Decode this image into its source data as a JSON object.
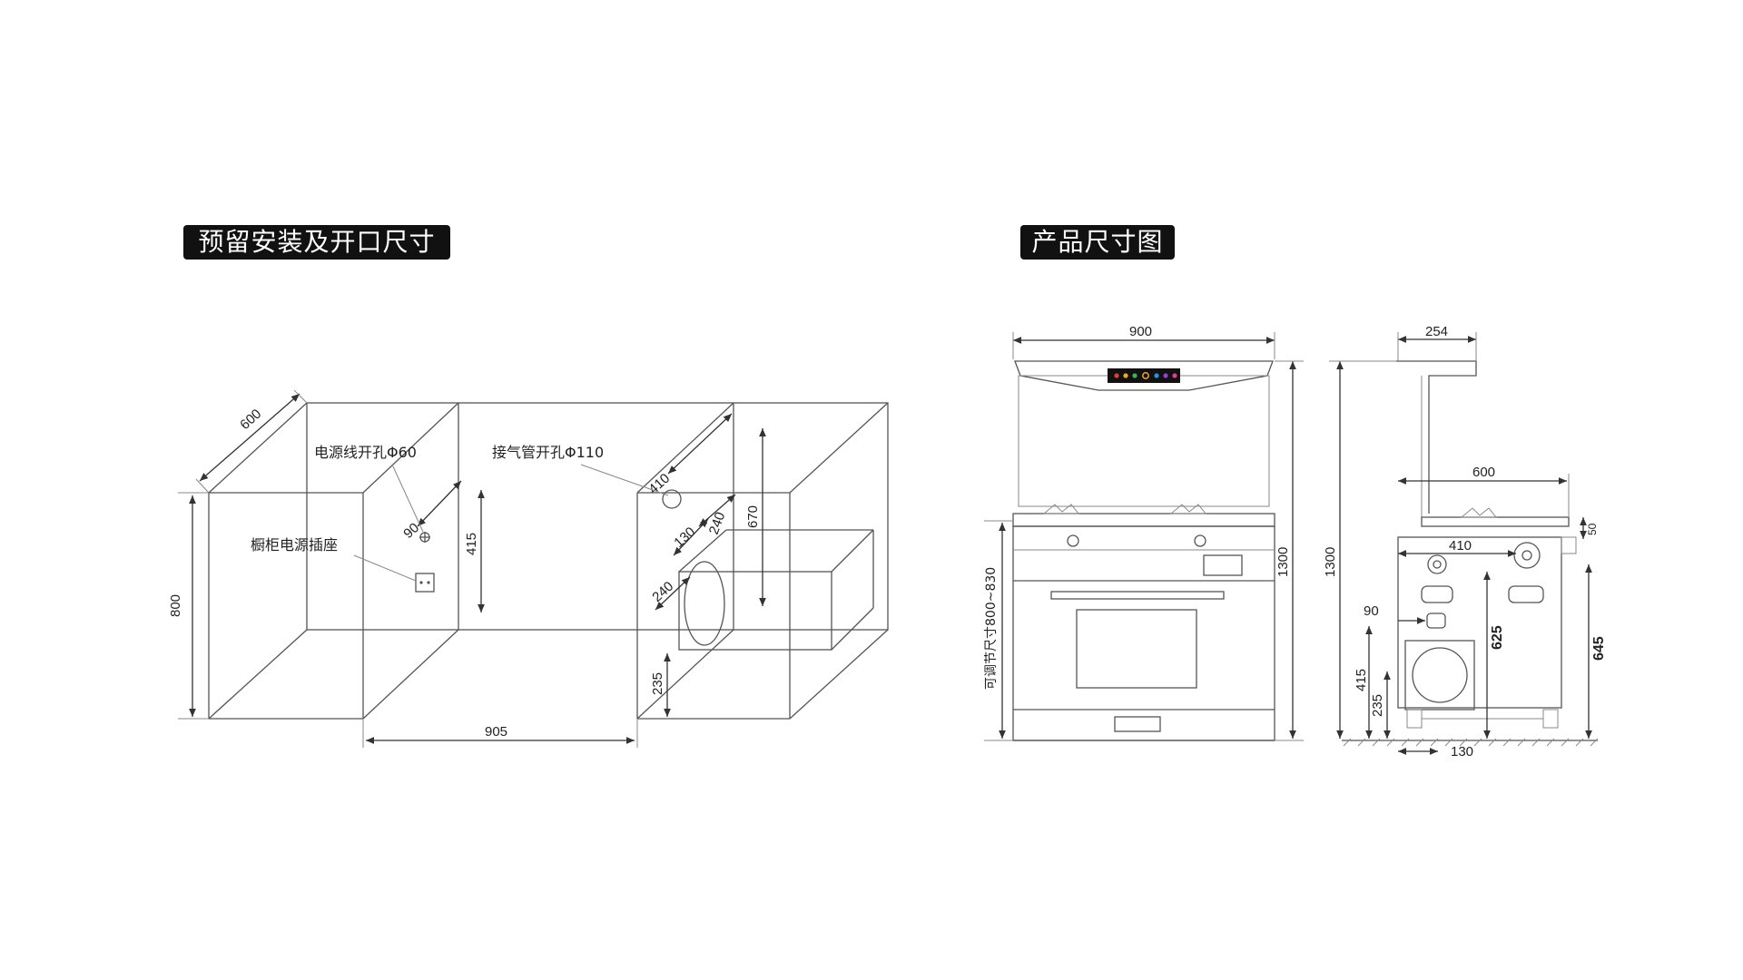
{
  "headers": {
    "left_title": "预留安装及开口尺寸",
    "right_title": "产品尺寸图"
  },
  "left_diagram": {
    "dim_depth": "600",
    "dim_height": "800",
    "dim_width": "905",
    "dim_socket_height": "415",
    "dim_socket_offset": "90",
    "dim_pipe_offset": "410",
    "dim_pipe_height": "670",
    "dim_hole_a": "240",
    "dim_hole_b": "130",
    "dim_hole_c": "240",
    "dim_hole_bottom": "235",
    "label_power_hole": "电源线开孔Φ60",
    "label_gas_hole": "接气管开孔Φ110",
    "label_socket": "橱柜电源插座"
  },
  "front_view": {
    "dim_width": "900",
    "dim_height": "1300",
    "dim_adjustable": "可调节尺寸800~830"
  },
  "side_view": {
    "dim_top": "254",
    "dim_total_height": "1300",
    "dim_depth": "600",
    "dim_50": "50",
    "dim_410": "410",
    "dim_90": "90",
    "dim_625": "625",
    "dim_645": "645",
    "dim_415": "415",
    "dim_235": "235",
    "dim_130": "130"
  },
  "colors": {
    "badge_bg": "#111111",
    "badge_text": "#ffffff",
    "line": "#555555",
    "panel_dots": [
      "#e23b3b",
      "#f2a52b",
      "#3fb34f",
      "#2f8fe0",
      "#3a5bd9",
      "#9b3fd0",
      "#e23b96"
    ]
  }
}
